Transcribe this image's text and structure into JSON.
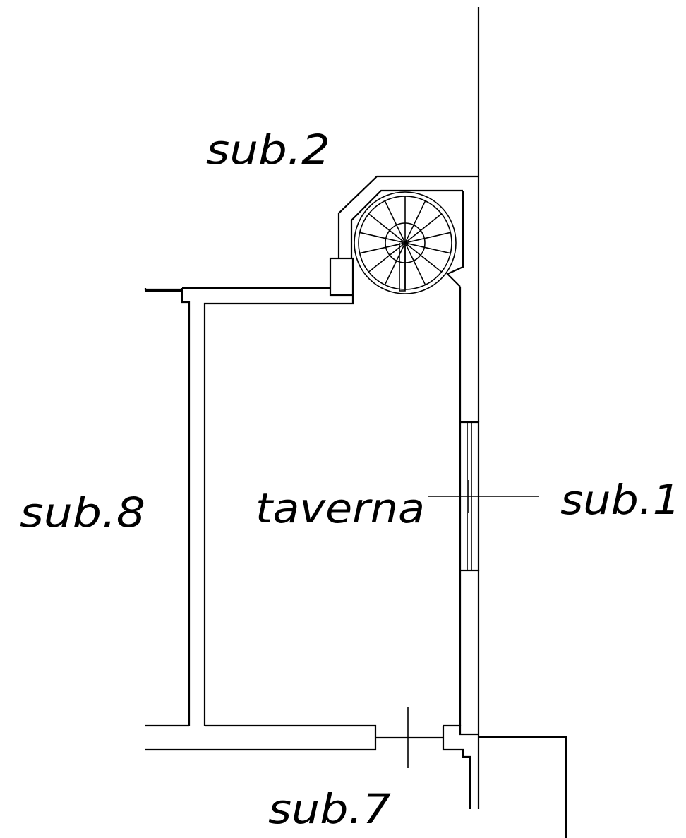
{
  "labels": {
    "sub2": "sub.2",
    "sub8": "sub.8",
    "taverna": "taverna",
    "sub1": "sub.1",
    "sub7": "sub.7"
  }
}
